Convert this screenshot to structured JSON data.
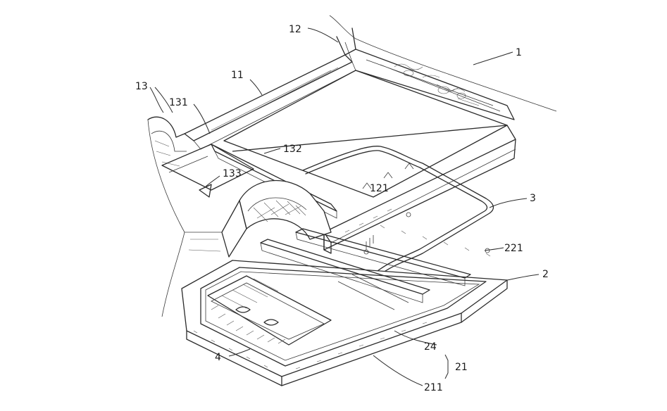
{
  "labels": {
    "l12": "12",
    "l1": "1",
    "l11": "11",
    "l13": "13",
    "l131": "131",
    "l132": "132",
    "l133": "133",
    "l121": "121",
    "l3": "3",
    "l221": "221",
    "l2": "2",
    "l24": "24",
    "l21": "21",
    "l4": "4",
    "l211": "211"
  }
}
